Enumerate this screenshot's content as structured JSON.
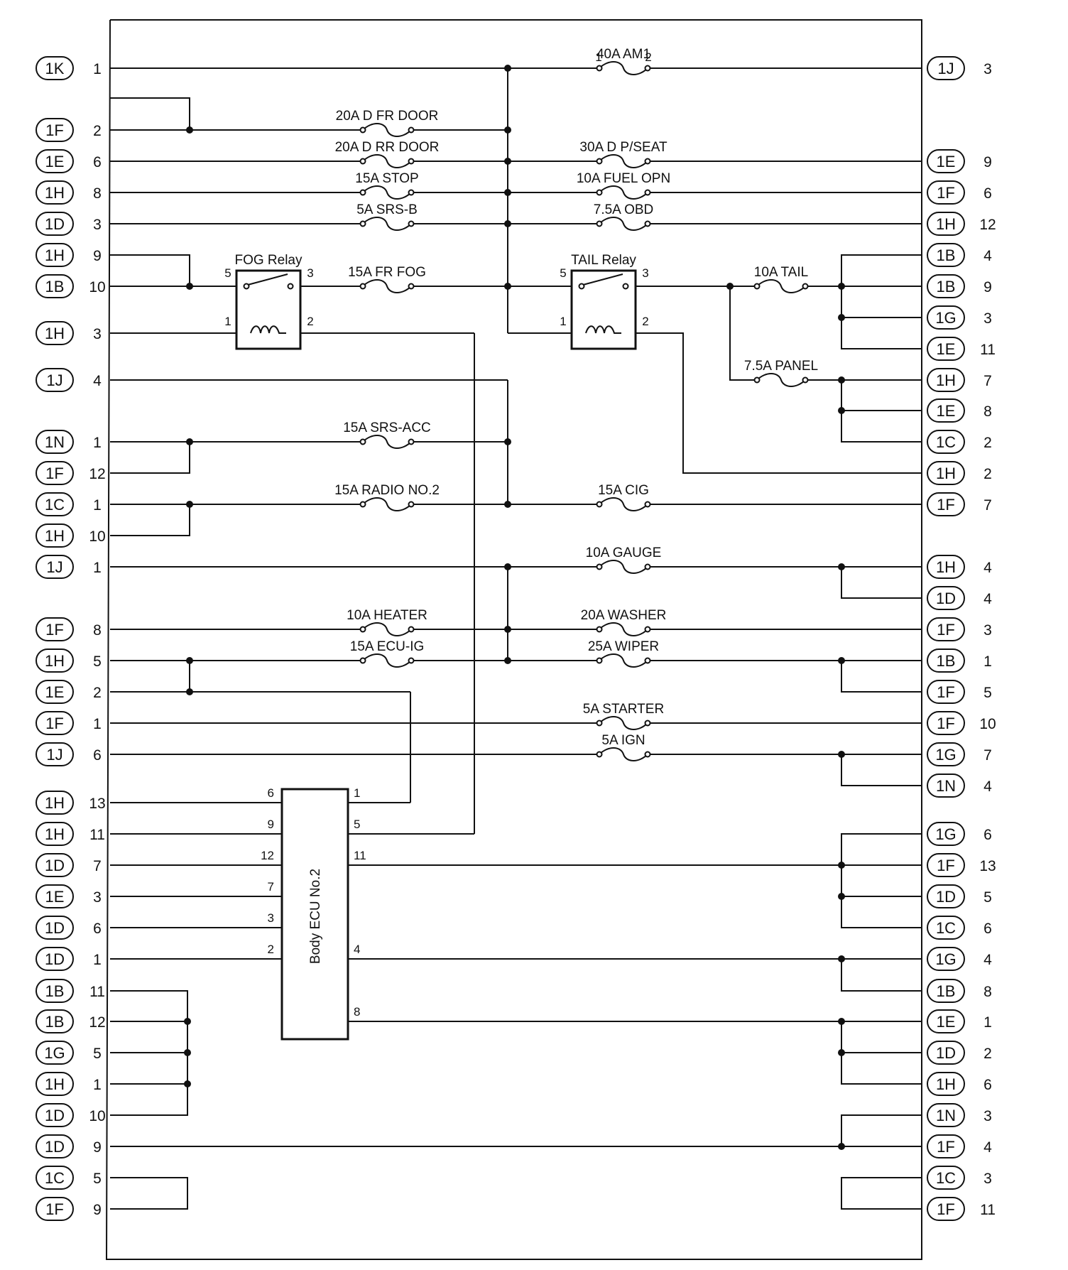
{
  "connectors_left": [
    {
      "tag": "1K",
      "pin": "1"
    },
    {
      "tag": "1F",
      "pin": "2"
    },
    {
      "tag": "1E",
      "pin": "6"
    },
    {
      "tag": "1H",
      "pin": "8"
    },
    {
      "tag": "1D",
      "pin": "3"
    },
    {
      "tag": "1H",
      "pin": "9"
    },
    {
      "tag": "1B",
      "pin": "10"
    },
    {
      "tag": "1H",
      "pin": "3"
    },
    {
      "tag": "1J",
      "pin": "4"
    },
    {
      "tag": "1N",
      "pin": "1"
    },
    {
      "tag": "1F",
      "pin": "12"
    },
    {
      "tag": "1C",
      "pin": "1"
    },
    {
      "tag": "1H",
      "pin": "10"
    },
    {
      "tag": "1J",
      "pin": "1"
    },
    {
      "tag": "1F",
      "pin": "8"
    },
    {
      "tag": "1H",
      "pin": "5"
    },
    {
      "tag": "1E",
      "pin": "2"
    },
    {
      "tag": "1F",
      "pin": "1"
    },
    {
      "tag": "1J",
      "pin": "6"
    },
    {
      "tag": "1H",
      "pin": "13"
    },
    {
      "tag": "1H",
      "pin": "11"
    },
    {
      "tag": "1D",
      "pin": "7"
    },
    {
      "tag": "1E",
      "pin": "3"
    },
    {
      "tag": "1D",
      "pin": "6"
    },
    {
      "tag": "1D",
      "pin": "1"
    },
    {
      "tag": "1B",
      "pin": "11"
    },
    {
      "tag": "1B",
      "pin": "12"
    },
    {
      "tag": "1G",
      "pin": "5"
    },
    {
      "tag": "1H",
      "pin": "1"
    },
    {
      "tag": "1D",
      "pin": "10"
    },
    {
      "tag": "1D",
      "pin": "9"
    },
    {
      "tag": "1C",
      "pin": "5"
    },
    {
      "tag": "1F",
      "pin": "9"
    }
  ],
  "connectors_right": [
    {
      "tag": "1J",
      "pin": "3"
    },
    {
      "tag": "1E",
      "pin": "9"
    },
    {
      "tag": "1F",
      "pin": "6"
    },
    {
      "tag": "1H",
      "pin": "12"
    },
    {
      "tag": "1B",
      "pin": "4"
    },
    {
      "tag": "1B",
      "pin": "9"
    },
    {
      "tag": "1G",
      "pin": "3"
    },
    {
      "tag": "1E",
      "pin": "11"
    },
    {
      "tag": "1H",
      "pin": "7"
    },
    {
      "tag": "1E",
      "pin": "8"
    },
    {
      "tag": "1C",
      "pin": "2"
    },
    {
      "tag": "1H",
      "pin": "2"
    },
    {
      "tag": "1F",
      "pin": "7"
    },
    {
      "tag": "1H",
      "pin": "4"
    },
    {
      "tag": "1D",
      "pin": "4"
    },
    {
      "tag": "1F",
      "pin": "3"
    },
    {
      "tag": "1B",
      "pin": "1"
    },
    {
      "tag": "1F",
      "pin": "5"
    },
    {
      "tag": "1F",
      "pin": "10"
    },
    {
      "tag": "1G",
      "pin": "7"
    },
    {
      "tag": "1N",
      "pin": "4"
    },
    {
      "tag": "1G",
      "pin": "6"
    },
    {
      "tag": "1F",
      "pin": "13"
    },
    {
      "tag": "1D",
      "pin": "5"
    },
    {
      "tag": "1C",
      "pin": "6"
    },
    {
      "tag": "1G",
      "pin": "4"
    },
    {
      "tag": "1B",
      "pin": "8"
    },
    {
      "tag": "1E",
      "pin": "1"
    },
    {
      "tag": "1D",
      "pin": "2"
    },
    {
      "tag": "1H",
      "pin": "6"
    },
    {
      "tag": "1N",
      "pin": "3"
    },
    {
      "tag": "1F",
      "pin": "4"
    },
    {
      "tag": "1C",
      "pin": "3"
    },
    {
      "tag": "1F",
      "pin": "11"
    }
  ],
  "fuses": [
    {
      "label": "40A AM1",
      "pin_a": "1",
      "pin_b": "2"
    },
    {
      "label": "20A D FR DOOR"
    },
    {
      "label": "20A D RR DOOR"
    },
    {
      "label": "30A D P/SEAT"
    },
    {
      "label": "15A STOP"
    },
    {
      "label": "10A FUEL OPN"
    },
    {
      "label": "5A SRS-B"
    },
    {
      "label": "7.5A OBD"
    },
    {
      "label": "15A FR FOG"
    },
    {
      "label": "10A TAIL"
    },
    {
      "label": "7.5A PANEL"
    },
    {
      "label": "15A SRS-ACC"
    },
    {
      "label": "15A RADIO NO.2"
    },
    {
      "label": "15A CIG"
    },
    {
      "label": "10A GAUGE"
    },
    {
      "label": "10A HEATER"
    },
    {
      "label": "20A WASHER"
    },
    {
      "label": "15A ECU-IG"
    },
    {
      "label": "25A WIPER"
    },
    {
      "label": "5A STARTER"
    },
    {
      "label": "5A IGN"
    }
  ],
  "relays": [
    {
      "label": "FOG Relay",
      "pins": [
        "5",
        "3",
        "1",
        "2"
      ]
    },
    {
      "label": "TAIL Relay",
      "pins": [
        "5",
        "3",
        "1",
        "2"
      ]
    }
  ],
  "ecu": {
    "label": "Body ECU No.2",
    "left_pins": [
      "6",
      "9",
      "12",
      "7",
      "3",
      "2"
    ],
    "right_pins": [
      "1",
      "5",
      "11",
      "4",
      "8"
    ]
  },
  "icons": [
    "fuse-icon",
    "relay-coil-icon",
    "relay-switch-icon",
    "junction-dot-icon"
  ]
}
